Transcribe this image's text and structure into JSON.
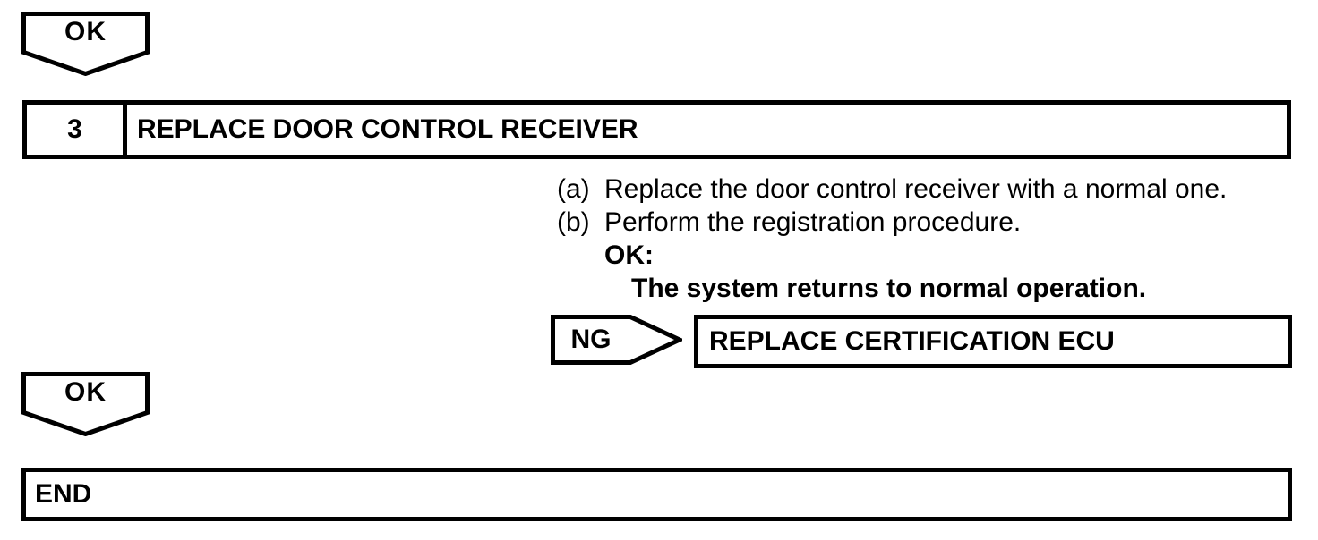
{
  "flowchart": {
    "ok_connector_top": {
      "label": "OK"
    },
    "step": {
      "number": "3",
      "title": "REPLACE DOOR CONTROL RECEIVER"
    },
    "instructions": [
      {
        "label": "(a)",
        "text": "Replace the door control receiver with a normal one."
      },
      {
        "label": "(b)",
        "text": "Perform the registration procedure."
      }
    ],
    "ok_condition": {
      "label": "OK:",
      "result": "The system returns to normal operation."
    },
    "ng_branch": {
      "label": "NG",
      "action": "REPLACE CERTIFICATION ECU"
    },
    "ok_connector_bottom": {
      "label": "OK"
    },
    "end": {
      "label": "END"
    }
  },
  "colors": {
    "ink": "#000000",
    "background": "#ffffff"
  }
}
